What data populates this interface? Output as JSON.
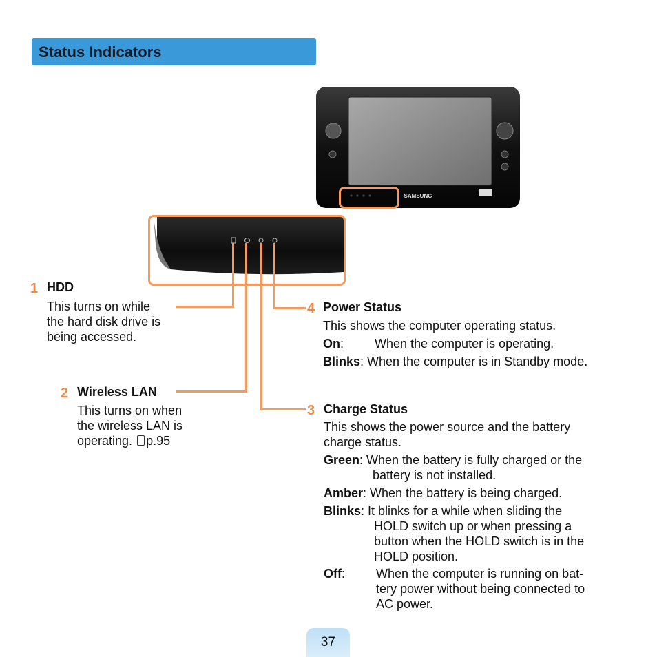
{
  "header": {
    "title": "Status Indicators"
  },
  "device": {
    "brand": "SAMSUNG"
  },
  "indicators": [
    {
      "number": "1",
      "title": "HDD",
      "desc": [
        "This turns on while",
        "the hard disk drive is",
        "being accessed."
      ]
    },
    {
      "number": "2",
      "title": "Wireless LAN",
      "desc": [
        "This turns on when",
        "the wireless LAN is",
        "operating."
      ],
      "ref": "p.95"
    },
    {
      "number": "3",
      "title": "Charge Status",
      "desc": [
        "This shows the power source and the battery",
        "charge status."
      ],
      "states": [
        {
          "label": "Green",
          "lines": [
            ": When the battery is fully charged or the",
            "battery is not installed."
          ]
        },
        {
          "label": "Amber",
          "lines": [
            ": When the battery is being charged."
          ]
        },
        {
          "label": "Blinks",
          "lines": [
            ": It blinks for a while when sliding the",
            "HOLD switch up or when pressing a",
            "button when the HOLD switch is in the",
            "HOLD position."
          ]
        },
        {
          "label": "Off",
          "lines": [
            ":",
            "When the computer is running on bat-",
            "tery power without being connected to",
            "AC power."
          ]
        }
      ]
    },
    {
      "number": "4",
      "title": "Power Status",
      "desc": [
        "This shows the computer operating status."
      ],
      "states": [
        {
          "label": "On",
          "lines": [
            ":",
            "When the computer is operating."
          ]
        },
        {
          "label": "Blinks",
          "lines": [
            ": When the computer is in Standby mode."
          ]
        }
      ]
    }
  ],
  "page": {
    "number": "37"
  },
  "colors": {
    "accent_bar": "#3a9ad9",
    "callout": "#f59a5e",
    "number": "#f08a46"
  }
}
